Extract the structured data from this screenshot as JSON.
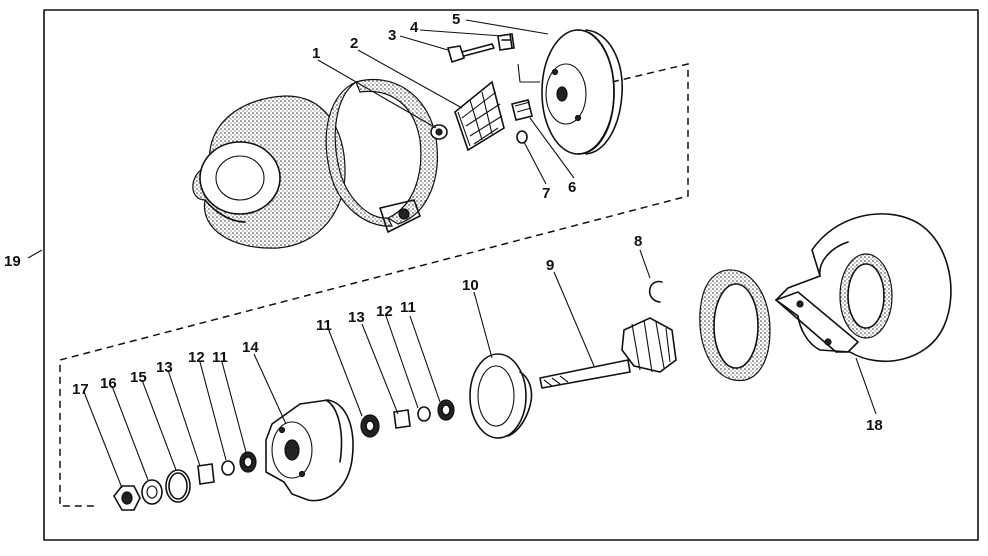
{
  "diagram": {
    "labels": {
      "l1": "1",
      "l2": "2",
      "l3": "3",
      "l4": "4",
      "l5": "5",
      "l6": "6",
      "l7": "7",
      "l8": "8",
      "l9": "9",
      "l10": "10",
      "l11a": "11",
      "l11b": "11",
      "l11c": "11",
      "l12a": "12",
      "l12b": "12",
      "l13a": "13",
      "l13b": "13",
      "l14": "14",
      "l15": "15",
      "l16": "16",
      "l17": "17",
      "l18": "18",
      "l19": "19"
    }
  }
}
